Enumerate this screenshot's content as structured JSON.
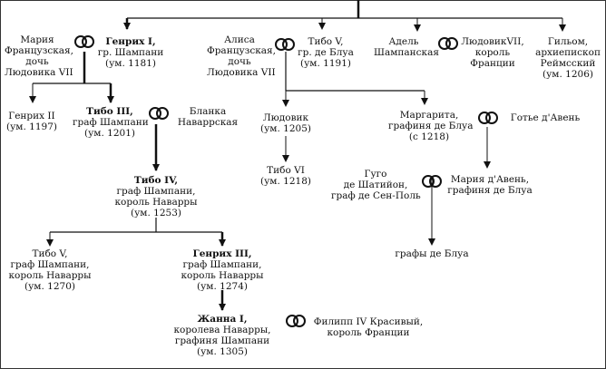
{
  "diagram": {
    "persons": [
      {
        "id": "marie",
        "lines": [
          "Мария",
          "Французская,",
          "дочь",
          "Людовика VII"
        ]
      },
      {
        "id": "henri1",
        "bold": "Генрих I,",
        "lines": [
          "гр. Шампани",
          "(ум. 1181)"
        ]
      },
      {
        "id": "alix",
        "lines": [
          "Алиса",
          "Французская,",
          "дочь",
          "Людовика VII"
        ]
      },
      {
        "id": "thibaut5",
        "lines": [
          "Тибо V,",
          "гр. де Блуа",
          "(ум. 1191)"
        ]
      },
      {
        "id": "adele",
        "lines": [
          "Адель",
          "Шампанская"
        ]
      },
      {
        "id": "louis7",
        "lines": [
          "ЛюдовикVII,",
          "король",
          "Франции"
        ]
      },
      {
        "id": "guillaume",
        "lines": [
          "Гильом,",
          "архиепископ",
          "Реймсский",
          "(ум. 1206)"
        ]
      },
      {
        "id": "henri2",
        "lines": [
          "Генрих II",
          "(ум. 1197)"
        ]
      },
      {
        "id": "thibaut3",
        "bold": "Тибо III,",
        "lines": [
          "граф Шампани",
          "(ум. 1201)"
        ]
      },
      {
        "id": "blanche",
        "lines": [
          "Бланка",
          "Наваррская"
        ]
      },
      {
        "id": "louis",
        "lines": [
          "Людовик",
          "(ум. 1205)"
        ]
      },
      {
        "id": "marguerite",
        "lines": [
          "Маргарита,",
          "графиня де Блуа",
          "(с 1218)"
        ]
      },
      {
        "id": "gautier",
        "lines": [
          "Готье д'Авень"
        ]
      },
      {
        "id": "thibaut6",
        "lines": [
          "Тибо VI",
          "(ум. 1218)"
        ]
      },
      {
        "id": "hugues",
        "lines": [
          "Гуго",
          "де Шатийон,",
          "граф де Сен-Поль"
        ]
      },
      {
        "id": "marie_avesnes",
        "lines": [
          "Мария д'Авень,",
          "графиня де Блуа"
        ]
      },
      {
        "id": "thibaut4",
        "bold": "Тибо IV,",
        "lines": [
          "граф Шампани,",
          "король Наварры",
          "(ум. 1253)"
        ]
      },
      {
        "id": "comtes_blois",
        "lines": [
          "графы де Блуа"
        ]
      },
      {
        "id": "thibaut5b",
        "lines": [
          "Тибо V,",
          "граф Шампани,",
          "король Наварры",
          "(ум. 1270)"
        ]
      },
      {
        "id": "henri3",
        "bold": "Генрих III,",
        "lines": [
          "граф Шампани,",
          "король Наварры",
          "(ум. 1274)"
        ]
      },
      {
        "id": "jeanne",
        "bold": "Жанна I,",
        "lines": [
          "королева Наварры,",
          "графиня Шампани",
          "(ум. 1305)"
        ]
      },
      {
        "id": "philippe4",
        "lines": [
          "Филипп IV Красивый,",
          "король Франции"
        ]
      }
    ]
  }
}
